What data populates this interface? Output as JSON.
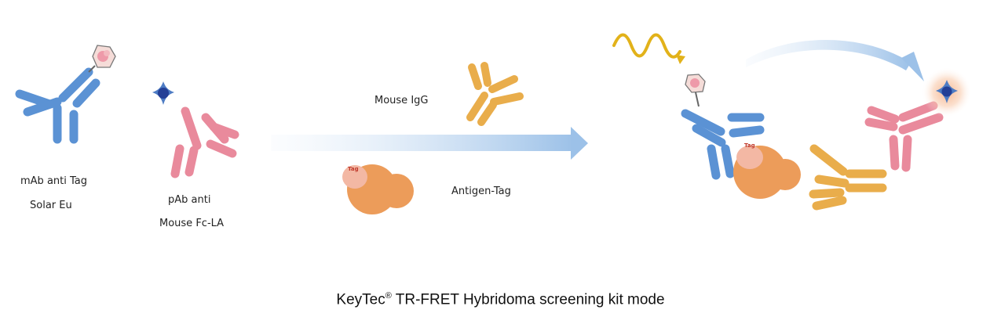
{
  "labels": {
    "mab_line1": "mAb anti Tag",
    "mab_line2": "Solar Eu",
    "pab_line1": "pAb anti",
    "pab_line2": "Mouse Fc-LA",
    "mouse_igg": "Mouse IgG",
    "antigen_tag": "Antigen-Tag",
    "tag_left": "Tag",
    "tag_right": "Tag"
  },
  "caption": {
    "brand": "KeyTec",
    "registered": "®",
    "rest": " TR-FRET Hybridoma screening kit mode"
  },
  "colors": {
    "blue_antibody": "#5b92d4",
    "pink_antibody": "#e98a9c",
    "orange_antibody": "#e9ad4b",
    "antigen": "#ec9c5a",
    "tag_patch": "#f3b8a4",
    "donor_star": "#2e64b6",
    "wave": "#e2b21a",
    "arrow": "#9cc1e8"
  },
  "icons": [
    "europium-chelate-icon",
    "acceptor-star-icon",
    "excitation-wave-icon",
    "energy-transfer-arrow-icon",
    "process-arrow-icon"
  ]
}
